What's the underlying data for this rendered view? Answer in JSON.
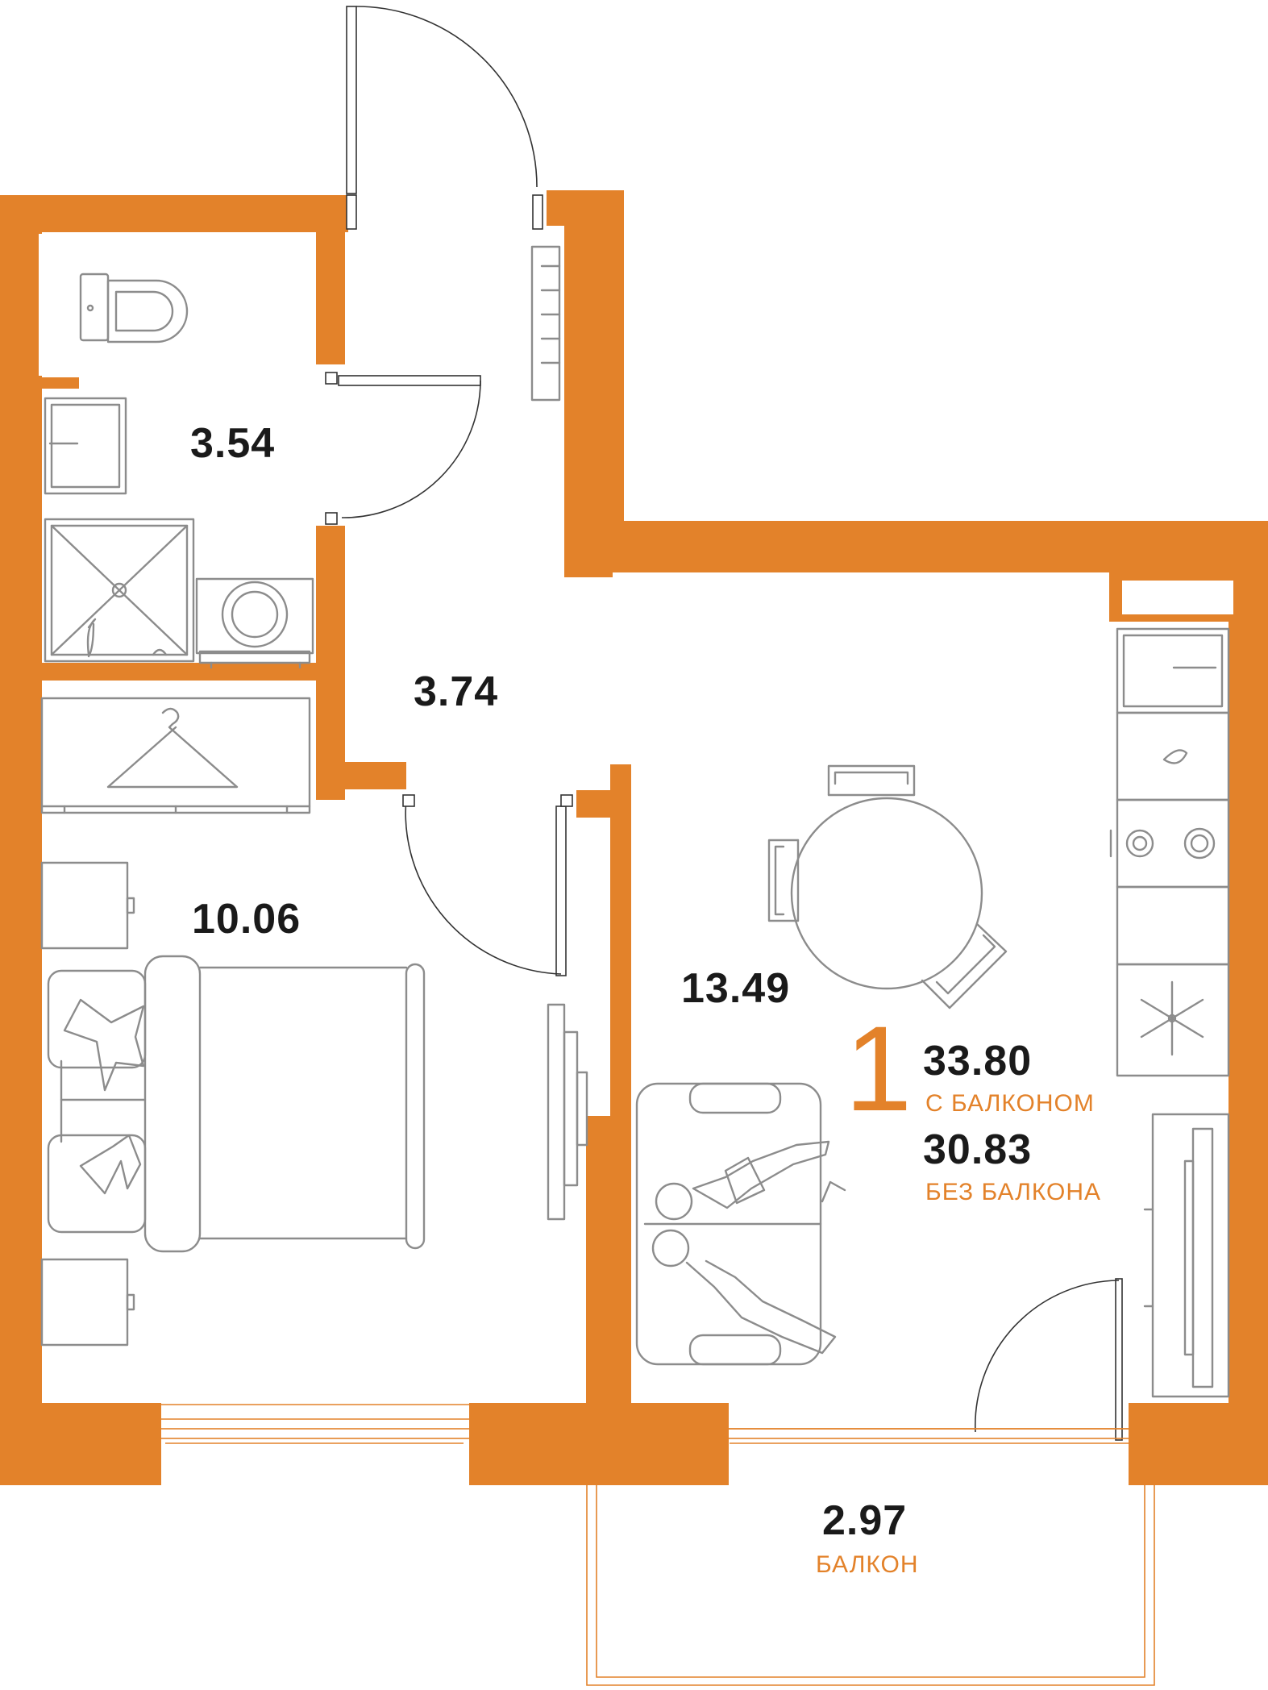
{
  "colors": {
    "wall": "#e3822a",
    "accent_text": "#e3822a",
    "furniture": "#8c8c8c",
    "text": "#1a1a1a",
    "background": "#ffffff"
  },
  "rooms": {
    "bathroom_area": "3.54",
    "hall_area": "3.74",
    "bedroom_area": "10.06",
    "living_kitchen_area": "13.49",
    "balcony_area": "2.97",
    "balcony_label": "БАЛКОН"
  },
  "summary": {
    "room_count": "1",
    "total_with_balcony": "33.80",
    "with_balcony_label": "С БАЛКОНОМ",
    "total_without_balcony": "30.83",
    "without_balcony_label": "БЕЗ БАЛКОНА"
  },
  "icons": [
    "toilet-icon",
    "sink-icon",
    "shower-icon",
    "washing-machine-icon",
    "wardrobe-hanger-icon",
    "bed-icon",
    "nightstand-icon",
    "round-table-icon",
    "chair-icon",
    "kitchen-sink-icon",
    "stove-icon",
    "fridge-snowflake-icon",
    "sofa-icon",
    "people-icon",
    "tv-icon",
    "door-swing-icon",
    "radiator-icon"
  ]
}
